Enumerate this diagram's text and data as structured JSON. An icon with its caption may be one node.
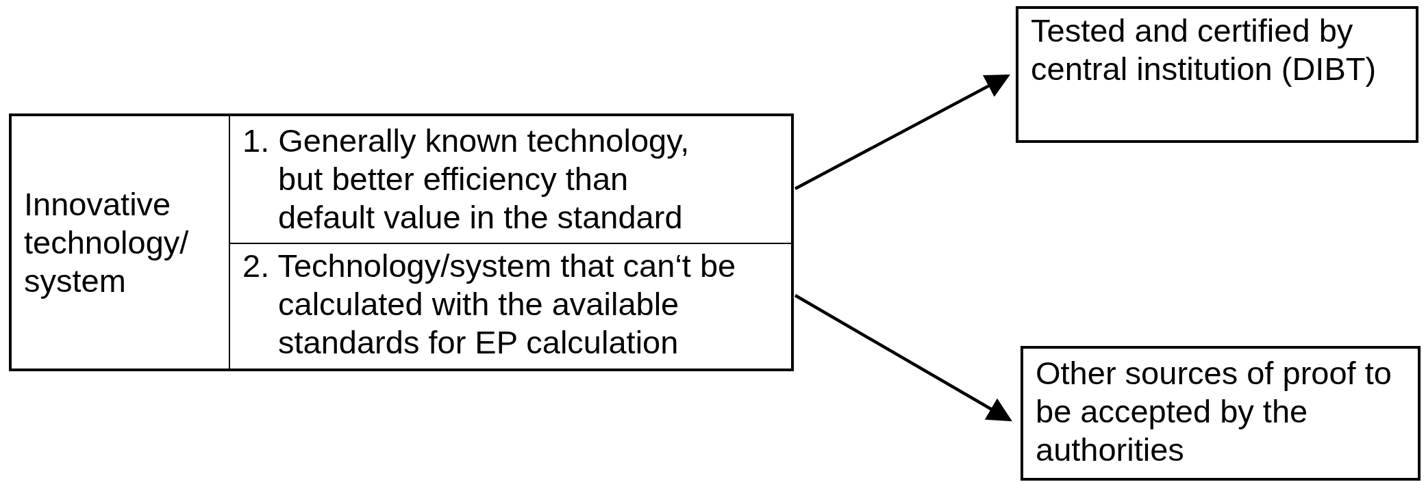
{
  "diagram": {
    "nodes": [
      {
        "text": [],
        "shape": "box"
      },
      {
        "text": [
          "Innovative technology/ system"
        ],
        "in": 0
      },
      {
        "text": [
          "1. Generally known technology, but better efficiency than default value in the standard"
        ],
        "in": 0
      },
      {
        "text": [
          "2. Technology/system that can‘t be calculated with the available standards for EP calculation"
        ],
        "in": 0
      },
      {
        "text": [
          "Tested and certified by central institution (DIBT)"
        ]
      },
      {
        "text": [
          "Other sources of proof to be accepted by the authorities"
        ]
      }
    ],
    "edges": [
      {
        "from": 2,
        "to": 4,
        "arrow": "to"
      },
      {
        "from": 3,
        "to": 5,
        "arrow": "to"
      }
    ]
  }
}
